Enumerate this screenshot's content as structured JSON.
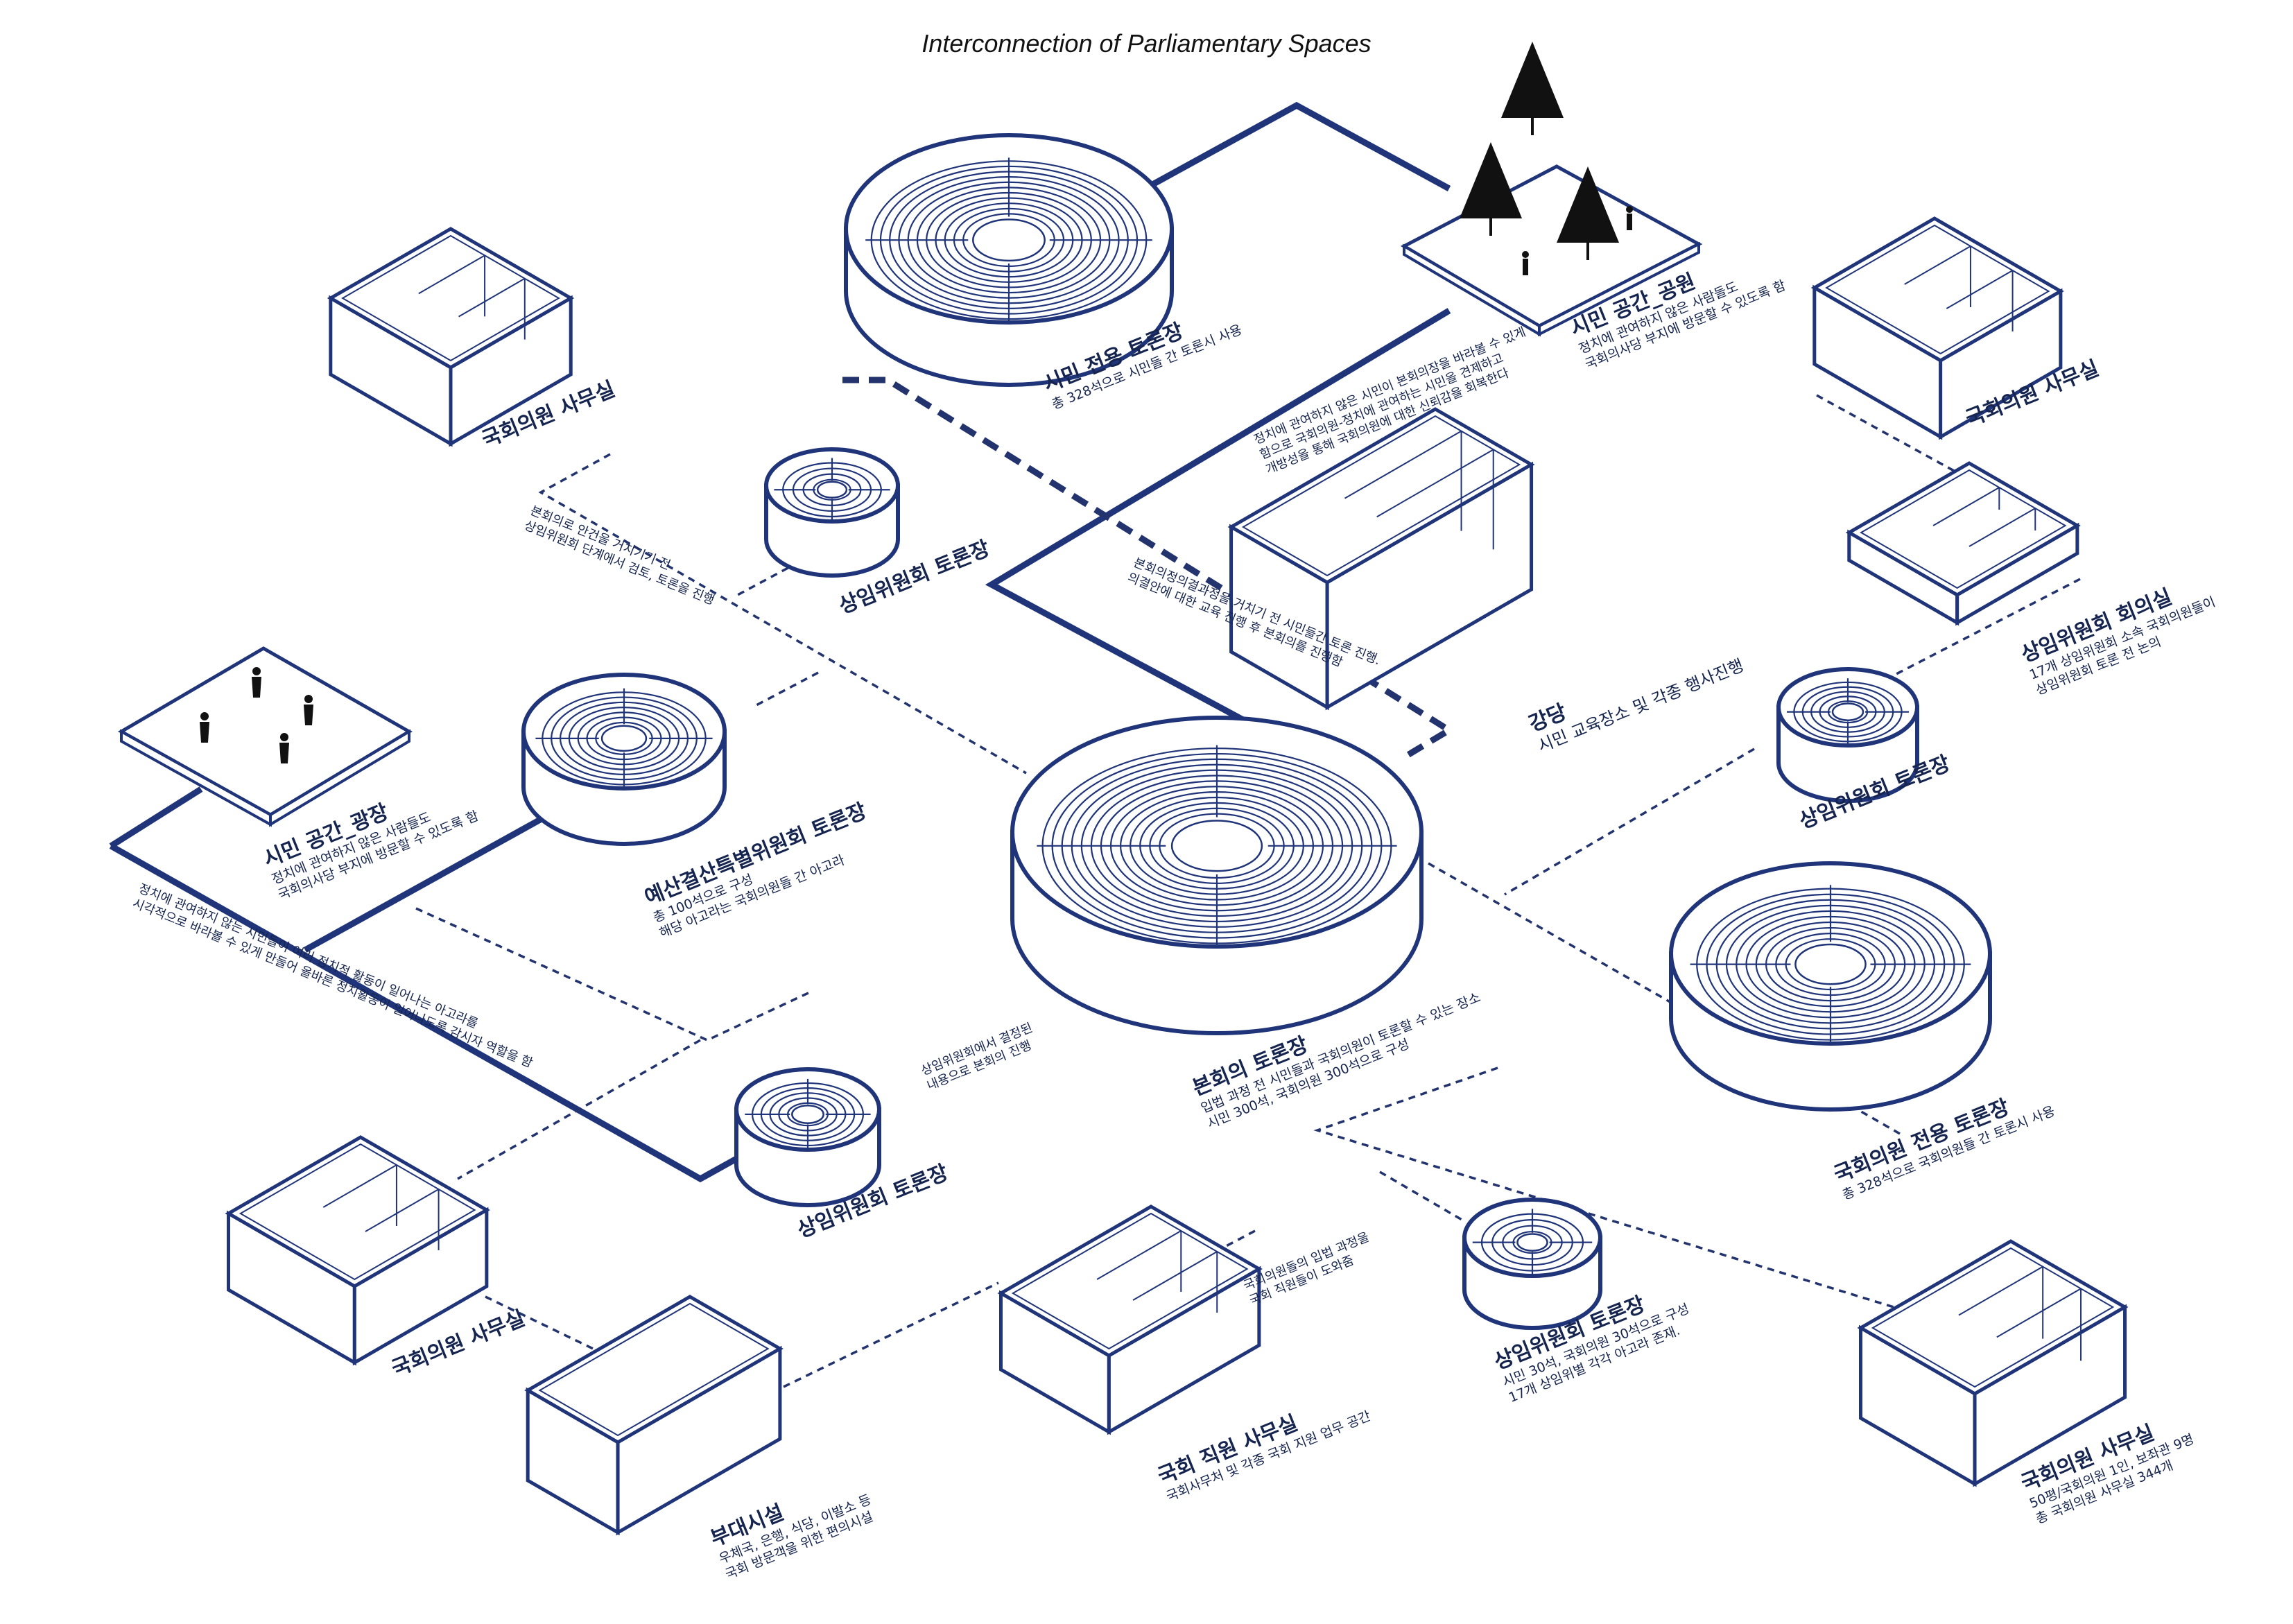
{
  "title": "Interconnection of Parliamentary Spaces",
  "colors": {
    "line": "#1f3479",
    "dash": "#22336e",
    "fill": "#ffffff",
    "tree": "#111111"
  },
  "spaces": {
    "citizen_forum": {
      "name": "시민 전용 토론장",
      "desc": [
        "총 328석으로 시민들 간 토론시 사용"
      ]
    },
    "citizen_park": {
      "name": "시민 공간_공원",
      "desc": [
        "정치에 관여하지 않은 사람들도",
        "국회의사당 부지에 방문할 수 있도록 함"
      ]
    },
    "office_nw": {
      "name": "국회의원 사무실"
    },
    "office_ne": {
      "name": "국회의원 사무실"
    },
    "standing_forum_n": {
      "name": "상임위원회 토론장"
    },
    "auditorium": {
      "name": "강당",
      "desc": [
        "시민 교육장소 및 각종 행사진행"
      ]
    },
    "standing_meeting": {
      "name": "상임위원회 회의실",
      "desc": [
        "17개 상임위원회 소속 국회의원들이",
        "상임위원회 토론 전 논의"
      ]
    },
    "standing_forum_e": {
      "name": "상임위원회 토론장"
    },
    "plaza": {
      "name": "시민 공간_광장",
      "desc": [
        "정치에 관여하지 않은 사람들도",
        "국회의사당 부지에 방문할 수 있도록 함"
      ]
    },
    "budget_forum": {
      "name": "예산결산특별위원회 토론장",
      "desc": [
        "총 100석으로 구성",
        "해당 아고라는 국회의원들 간 아고라"
      ]
    },
    "plenary": {
      "name": "본회의 토론장",
      "desc": [
        "입법 과정 전 시민들과 국회의원이 토론할 수 있는 장소",
        "시민 300석, 국회의원 300석으로 구성"
      ]
    },
    "member_forum": {
      "name": "국회의원 전용 토론장",
      "desc": [
        "총 328석으로 국회의원들 간 토론시 사용"
      ]
    },
    "standing_forum_sw": {
      "name": "상임위원회 토론장"
    },
    "office_sw": {
      "name": "국회의원 사무실"
    },
    "annex": {
      "name": "부대시설",
      "desc": [
        "우체국, 은행, 식당, 이발소 등",
        "국회 방문객을 위한 편의시설"
      ]
    },
    "staff_office": {
      "name": "국회 직원 사무실",
      "desc": [
        "국회사무처 및 각종 국회 지원 업무 공간"
      ]
    },
    "standing_forum_s": {
      "name": "상임위원회 토론장",
      "desc": [
        "시민 30석, 국회의원 30석으로 구성",
        "17개 상임위별 각각 아고라 존재."
      ]
    },
    "office_se": {
      "name": "국회의원 사무실",
      "desc": [
        "50평/국회의원 1인, 보좌관 9명",
        "총 국회의원 사무실 344개"
      ]
    }
  },
  "notes": {
    "park_link": [
      "정치에 관여하지 않은 시민이 본회의장을 바라볼 수 있게",
      "함으로 국회의원-정치에 관여하는 시민을 견제하고",
      "개방성을 통해 국회의원에 대한 신뢰감을 회복한다"
    ],
    "citizen_path": [
      "본회의정의결과정을 거치기 전 시민들간 토론 진행.",
      "의결안에 대한 교육 진행 후 본회의를 진행함"
    ],
    "standing_path": [
      "본회의로 안건을 거치기기 전",
      "상임위원회 단계에서 검토, 토론을 진행"
    ],
    "plaza_link": [
      "정치에 관여하지 않는 시민들이 여러 정치적 활동이 일어나는 아고라를",
      "시각적으로 바라볼 수 있게 만들어 올바른 정치활동이 일어나도록 감시자 역할을 함"
    ],
    "standing_result": [
      "상임위원회에서 결정된",
      "내용으로 본회의 진행"
    ],
    "staff_link": [
      "국회의원들의 입법 과정을",
      "국회 직원들이 도와줌"
    ]
  }
}
